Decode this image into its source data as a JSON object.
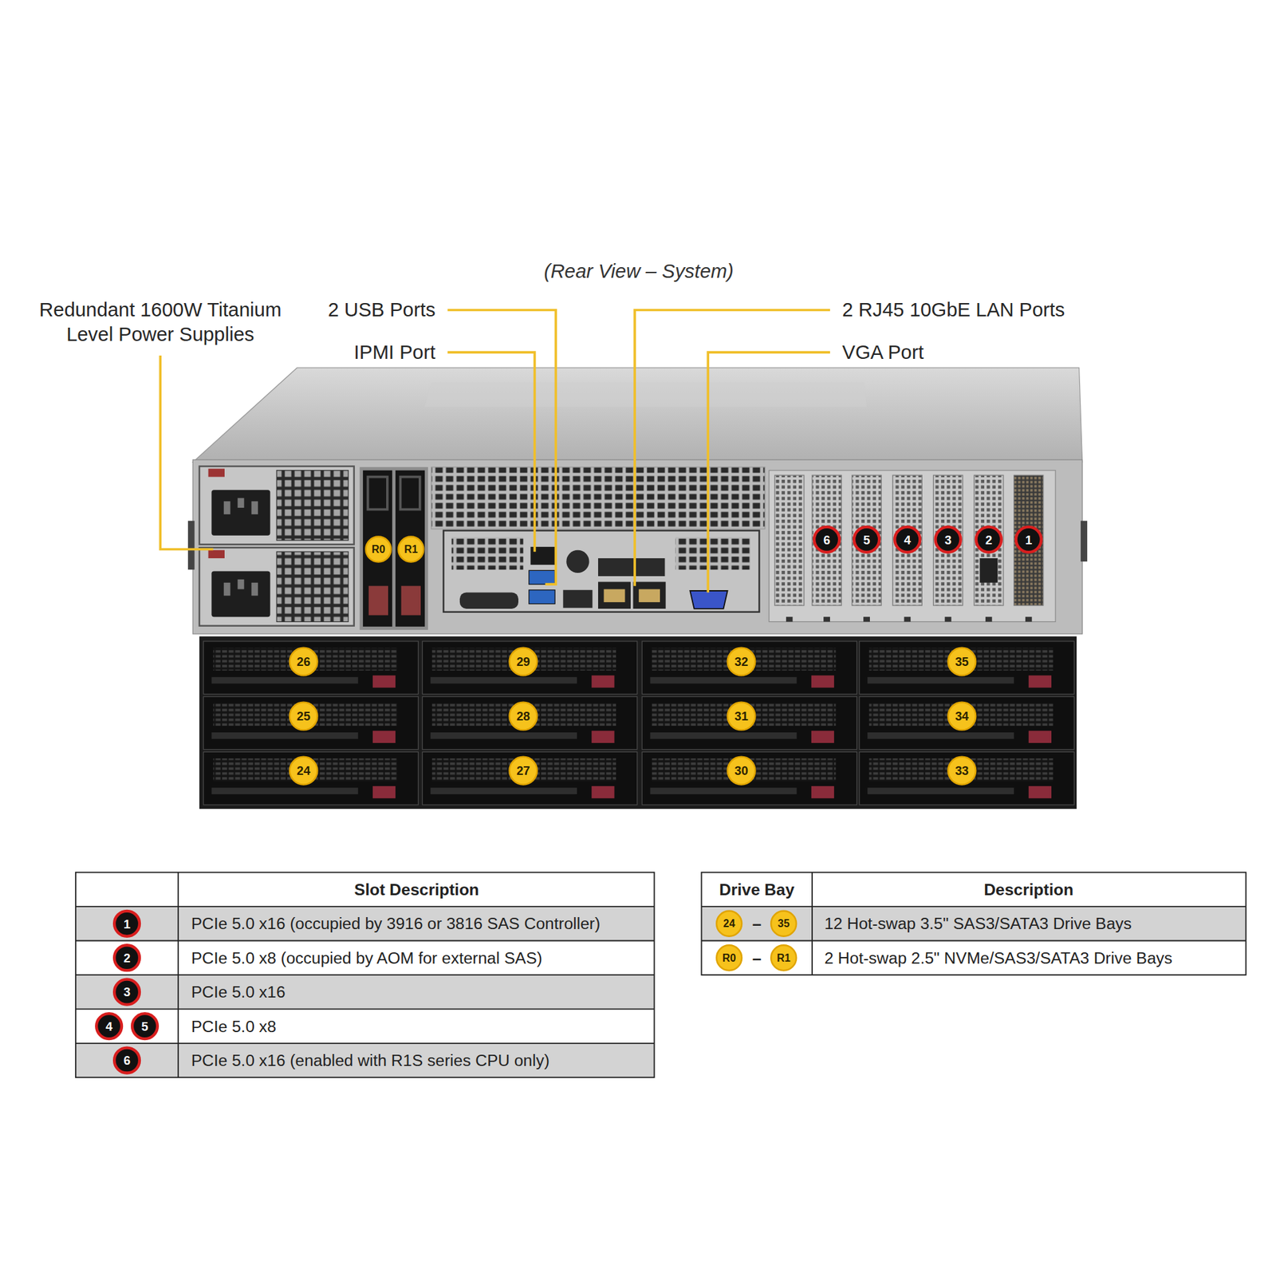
{
  "diagram": {
    "title": "(Rear View – System)",
    "labels": [
      "Redundant 1600W Titanium Level Power Supplies",
      "2 USB Ports",
      "IPMI Port",
      "2 RJ45 10GbE LAN Ports",
      "VGA Port",
      "R0",
      "R1",
      "6",
      "5",
      "4",
      "3",
      "2",
      "1",
      "26",
      "29",
      "32",
      "35",
      "25",
      "28",
      "31",
      "34",
      "24",
      "27",
      "30",
      "33",
      "Slot Description",
      "1",
      "PCIe 5.0 x16 (occupied by 3916 or 3816 SAS Controller)",
      "2",
      "PCIe 5.0 x8 (occupied by AOM for external SAS)",
      "3",
      "PCIe 5.0 x16",
      "4",
      "5",
      "PCIe 5.0 x8",
      "6",
      "PCIe 5.0 x16 (enabled with R1S series CPU only)",
      "Drive Bay",
      "Description",
      "24",
      "–",
      "35",
      "12 Hot-swap 3.5\" SAS3/SATA3 Drive Bays",
      "R0",
      "–",
      "R1",
      "2 Hot-swap 2.5\" NVMe/SAS3/SATA3 Drive Bays"
    ]
  }
}
